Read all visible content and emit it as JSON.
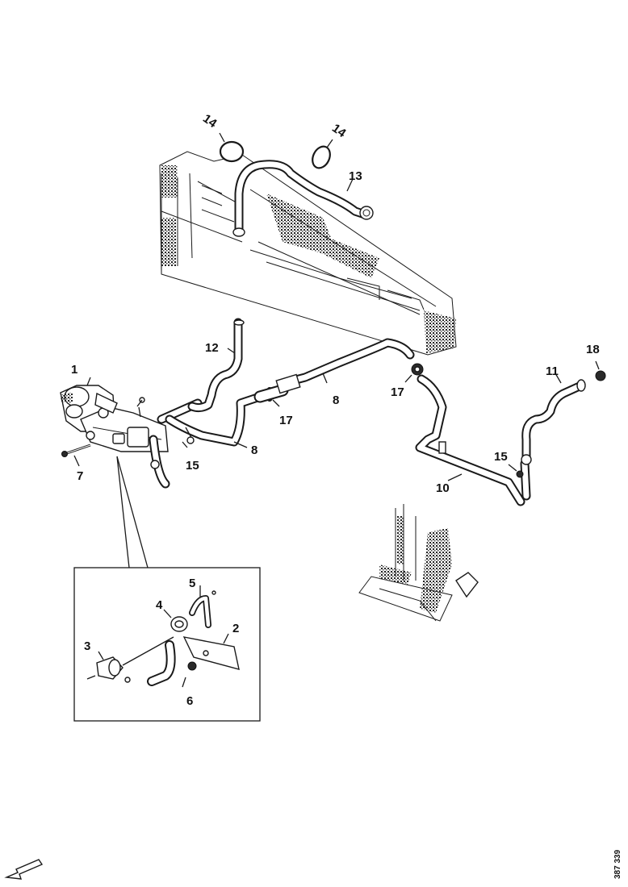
{
  "callouts": {
    "c1": "1",
    "c2": "2",
    "c3": "3",
    "c4": "4",
    "c5": "5",
    "c6": "6",
    "c7": "7",
    "c8a": "8",
    "c8b": "8",
    "c10": "10",
    "c11": "11",
    "c12": "12",
    "c13": "13",
    "c14a": "14",
    "c14b": "14",
    "c15a": "15",
    "c15b": "15",
    "c17a": "17",
    "c17b": "17",
    "c18": "18"
  },
  "drawing_code": "387 339"
}
